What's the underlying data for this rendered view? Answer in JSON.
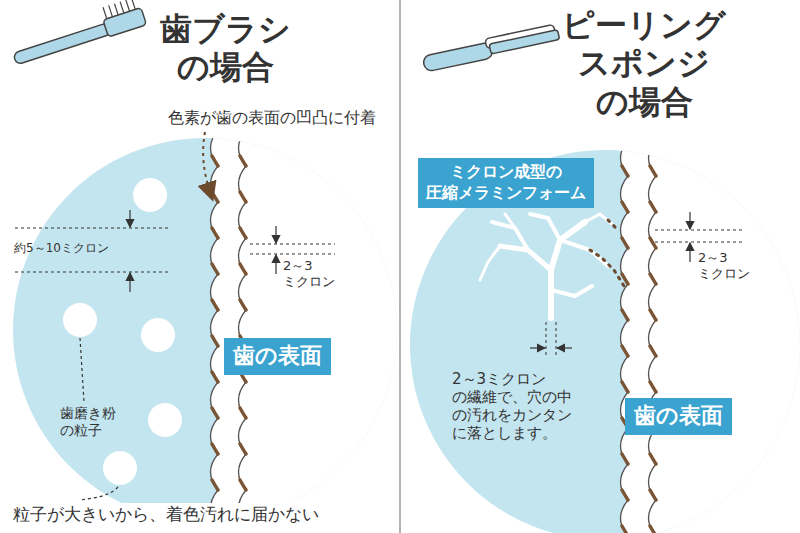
{
  "diagram": {
    "nodes": [
      {
        "text": [
          "歯の表面"
        ]
      },
      {
        "text": [
          "ミクロン成型の 圧縮メラミンフォーム"
        ]
      },
      {
        "text": [
          "歯の表面"
        ]
      }
    ],
    "labels": [
      "歯ブラシ の場合",
      "色素が歯の表面の凹凸に付着",
      "約5～10ミクロン",
      "2～3 ミクロン",
      "歯磨き粉 の粒子",
      "粒子が大きいから、着色汚れに届かない",
      "ピーリング スポンジ の場合",
      "2～3 ミクロン",
      "2～3ミクロン の繊維で、穴の中 の汚れをカンタン に落とします。"
    ]
  }
}
